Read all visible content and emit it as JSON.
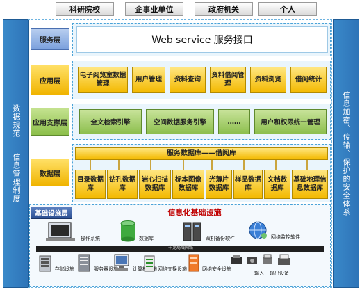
{
  "users": [
    "科研院校",
    "企事业单位",
    "政府机关",
    "个人"
  ],
  "left_column": {
    "top": "数据规范",
    "bottom": "信息管理制度"
  },
  "right_column": {
    "text": "信息加密、传输、保护的安全体系"
  },
  "layers": {
    "service": {
      "label": "服务层",
      "content": "Web service 服务接口"
    },
    "application": {
      "label": "应用层",
      "items": [
        "电子阅览室数据管理",
        "用户管理",
        "资料查询",
        "资料借阅管理",
        "资料浏览",
        "借阅统计"
      ]
    },
    "support": {
      "label": "应用支撑层",
      "items": [
        "全文检索引擎",
        "空间数据服务引擎",
        "……",
        "用户和权限统一管理"
      ]
    },
    "data": {
      "label": "数据层",
      "header": "服务数据库——借阅库",
      "items": [
        "目录数据库",
        "钻孔数据库",
        "岩心扫描数据库",
        "标本图像数据库",
        "光薄片数据库",
        "样品数据库",
        "文档数据库",
        "基础地理信息数据库"
      ]
    },
    "infra": {
      "label": "基础设施层",
      "title": "信息化基础设施",
      "software": [
        "操作系统",
        "数据库",
        "双机备份软件",
        "网络监控软件"
      ],
      "network_label": "千兆局域网络",
      "hardware": [
        "存储设施",
        "服务器设施",
        "计算机设施",
        "网络交换设施",
        "网络安全设施",
        "输入",
        "输出设备"
      ]
    }
  },
  "colors": {
    "side_blue": "#2e74b8",
    "gold": "#f3b900",
    "green": "#8cbf4a",
    "dashed": "#4aa3d8",
    "navy": "#2c4f92"
  }
}
